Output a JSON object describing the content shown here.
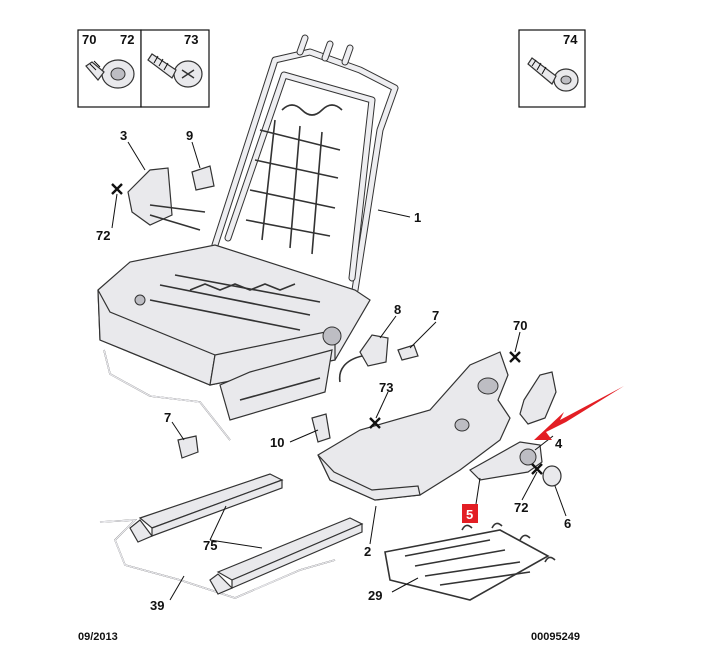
{
  "fastener_boxes": [
    {
      "labels": [
        "70",
        "72"
      ]
    },
    {
      "labels": [
        "73"
      ]
    },
    {
      "labels": [
        "74"
      ]
    }
  ],
  "callouts": {
    "c1": "1",
    "c2": "2",
    "c3": "3",
    "c4": "4",
    "c5": "5",
    "c6": "6",
    "c7a": "7",
    "c7b": "7",
    "c8": "8",
    "c9": "9",
    "c10": "10",
    "c29": "29",
    "c39": "39",
    "c70": "70",
    "c72a": "72",
    "c72b": "72",
    "c73": "73",
    "c75": "75"
  },
  "footer": {
    "date": "09/2013",
    "diagram_number": "00095249"
  },
  "highlight": {
    "label": "5",
    "color": "#e31e24",
    "arrow_color": "#e31e24"
  }
}
